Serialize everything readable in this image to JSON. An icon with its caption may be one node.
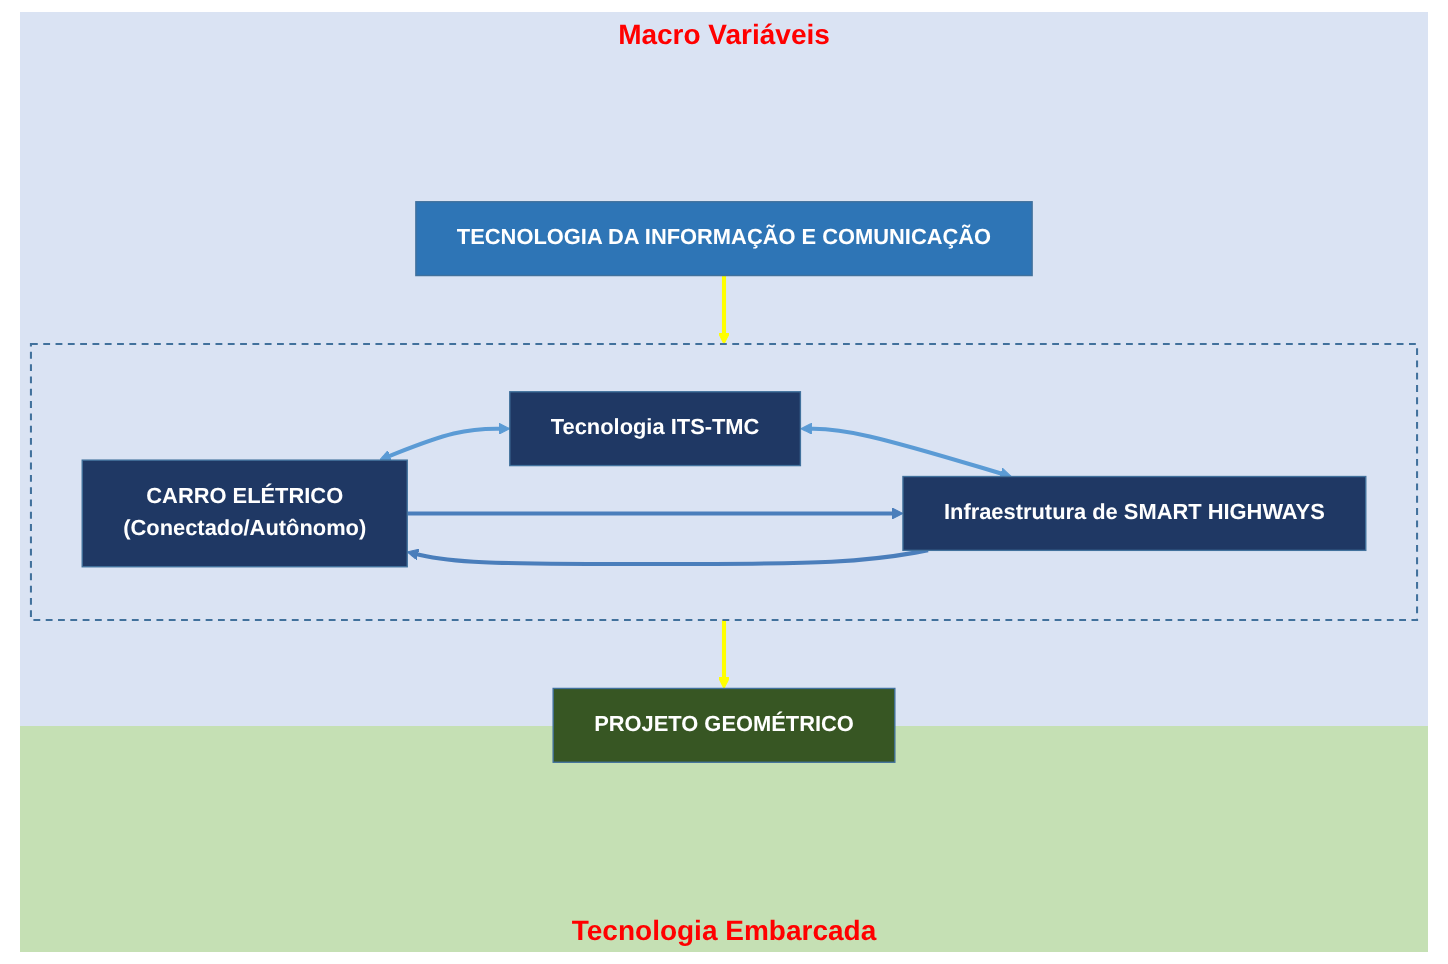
{
  "diagram": {
    "nodes": [
      {
        "text": [
          "TECNOLOGIA DA INFORMAÇÃO E COMUNICAÇÃO"
        ]
      },
      {
        "text": [],
        "shape": "box"
      },
      {
        "text": [
          "CARRO ELÉTRICO",
          "(Conectado/Autônomo)"
        ],
        "in": 1
      },
      {
        "text": [
          "Tecnologia ITS-TMC"
        ],
        "in": 1
      },
      {
        "text": [
          "Infraestrutura de SMART HIGHWAYS"
        ],
        "in": 1
      },
      {
        "text": [
          "PROJETO GEOMÉTRICO"
        ]
      }
    ],
    "edges": [
      {
        "from": 0,
        "to": 1,
        "arrow": "to",
        "color": "#ffff00"
      },
      {
        "from": 2,
        "to": 3,
        "arrow": "both",
        "color": "#5b9bd5"
      },
      {
        "from": 3,
        "to": 4,
        "arrow": "both",
        "color": "#5b9bd5"
      },
      {
        "from": 2,
        "to": 4,
        "arrow": "to",
        "color": "#4a7ebb"
      },
      {
        "from": 4,
        "to": 2,
        "arrow": "to",
        "color": "#4a7ebb"
      },
      {
        "from": 1,
        "to": 5,
        "arrow": "to",
        "color": "#ffff00"
      }
    ],
    "labels": [
      "Macro Variáveis",
      "Tecnologia Embarcada"
    ]
  }
}
